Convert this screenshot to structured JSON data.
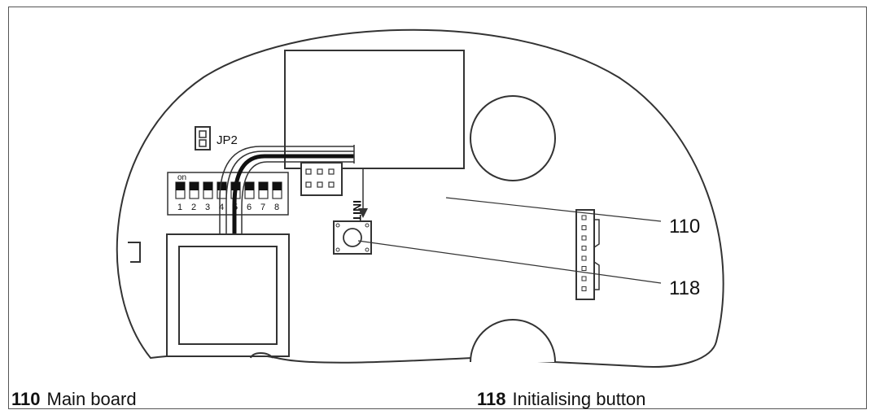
{
  "labels": {
    "jp2": "JP2",
    "dip_on": "on",
    "dip_numbers": [
      "1",
      "2",
      "3",
      "4",
      "5",
      "6",
      "7",
      "8"
    ],
    "init": "INIT",
    "callout_110": "110",
    "callout_118": "118"
  },
  "legend": [
    {
      "number": "110",
      "text": "Main board"
    },
    {
      "number": "118",
      "text": "Initialising button"
    }
  ],
  "colors": {
    "stroke": "#333333",
    "frame": "#555555",
    "cable_dark": "#111111"
  }
}
